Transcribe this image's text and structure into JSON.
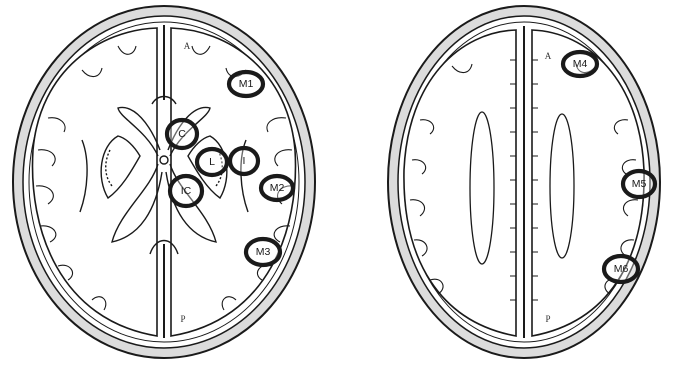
{
  "colors": {
    "ink": "#1a1a1a",
    "skull_fill": "#dcdcdc",
    "paper": "#ffffff"
  },
  "left_section": {
    "orientation": {
      "anterior": "A",
      "posterior": "P"
    },
    "regions": [
      {
        "id": "M1",
        "label": "M1"
      },
      {
        "id": "C",
        "label": "C"
      },
      {
        "id": "L",
        "label": "L"
      },
      {
        "id": "I",
        "label": "I"
      },
      {
        "id": "IC",
        "label": "IC"
      },
      {
        "id": "M2",
        "label": "M2"
      },
      {
        "id": "M3",
        "label": "M3"
      }
    ]
  },
  "right_section": {
    "orientation": {
      "anterior": "A",
      "posterior": "P"
    },
    "regions": [
      {
        "id": "M4",
        "label": "M4"
      },
      {
        "id": "M5",
        "label": "M5"
      },
      {
        "id": "M6",
        "label": "M6"
      }
    ]
  }
}
